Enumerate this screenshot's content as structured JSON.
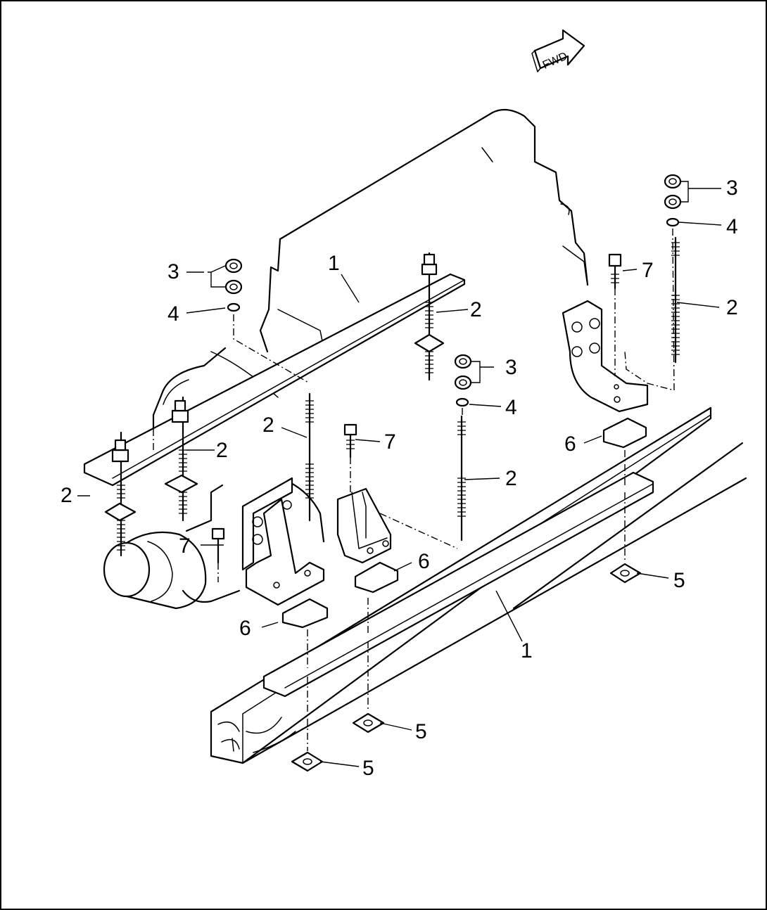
{
  "direction_arrow": {
    "label": "FWD"
  },
  "callouts": [
    {
      "id": "c-1a",
      "label": "1"
    },
    {
      "id": "c-1b",
      "label": "1"
    },
    {
      "id": "c-2a",
      "label": "2"
    },
    {
      "id": "c-2b",
      "label": "2"
    },
    {
      "id": "c-2c",
      "label": "2"
    },
    {
      "id": "c-2d",
      "label": "2"
    },
    {
      "id": "c-2e",
      "label": "2"
    },
    {
      "id": "c-2f",
      "label": "2"
    },
    {
      "id": "c-3a",
      "label": "3"
    },
    {
      "id": "c-3b",
      "label": "3"
    },
    {
      "id": "c-3c",
      "label": "3"
    },
    {
      "id": "c-4a",
      "label": "4"
    },
    {
      "id": "c-4b",
      "label": "4"
    },
    {
      "id": "c-4c",
      "label": "4"
    },
    {
      "id": "c-5a",
      "label": "5"
    },
    {
      "id": "c-5b",
      "label": "5"
    },
    {
      "id": "c-5c",
      "label": "5"
    },
    {
      "id": "c-6a",
      "label": "6"
    },
    {
      "id": "c-6b",
      "label": "6"
    },
    {
      "id": "c-6c",
      "label": "6"
    },
    {
      "id": "c-7a",
      "label": "7"
    },
    {
      "id": "c-7b",
      "label": "7"
    },
    {
      "id": "c-7c",
      "label": "7"
    }
  ]
}
